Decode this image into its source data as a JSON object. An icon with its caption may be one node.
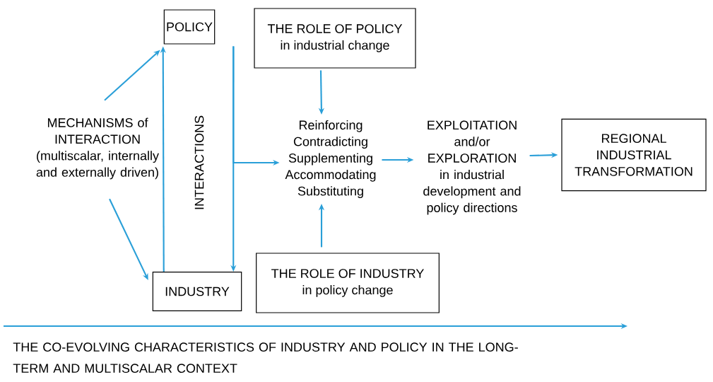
{
  "diagram": {
    "caption": "THE CO-EVOLVING CHARACTERISTICS OF INDUSTRY AND POLICY IN THE LONG-TERM AND MULTISCALAR CONTEXT",
    "nodes": [
      {
        "text": [
          "POLICY"
        ]
      },
      {
        "text": [
          "INDUSTRY"
        ]
      },
      {
        "text": [
          "THE ROLE OF POLICY",
          "in industrial change"
        ]
      },
      {
        "text": [
          "MECHANISMS of INTERACTION (multiscalar, internally and externally driven)"
        ]
      },
      {
        "text": [
          "Reinforcing",
          "Contradicting",
          "Supplementing",
          "Accommodating",
          "Substituting"
        ]
      },
      {
        "text": [
          "THE ROLE OF INDUSTRY",
          "in policy change"
        ]
      },
      {
        "text": [
          "EXPLOITATION and/or EXPLORATION in industrial development and policy directions"
        ]
      },
      {
        "text": [
          "REGIONAL INDUSTRIAL TRANSFORMATION"
        ]
      }
    ],
    "edges": [
      {
        "from": 3,
        "to": 0,
        "arrow": "to"
      },
      {
        "from": 3,
        "to": 1,
        "arrow": "to"
      },
      {
        "from": 1,
        "to": 0,
        "arrow": "to"
      },
      {
        "from": 0,
        "to": 1,
        "arrow": "to"
      },
      {
        "from": 0,
        "to": 4,
        "arrow": "to"
      },
      {
        "from": 2,
        "to": 4,
        "arrow": "to"
      },
      {
        "from": 5,
        "to": 4,
        "arrow": "to"
      },
      {
        "from": 4,
        "to": 6,
        "arrow": "to"
      },
      {
        "from": 6,
        "to": 7,
        "arrow": "to"
      }
    ],
    "labels": [
      "INTERACTIONS"
    ]
  }
}
